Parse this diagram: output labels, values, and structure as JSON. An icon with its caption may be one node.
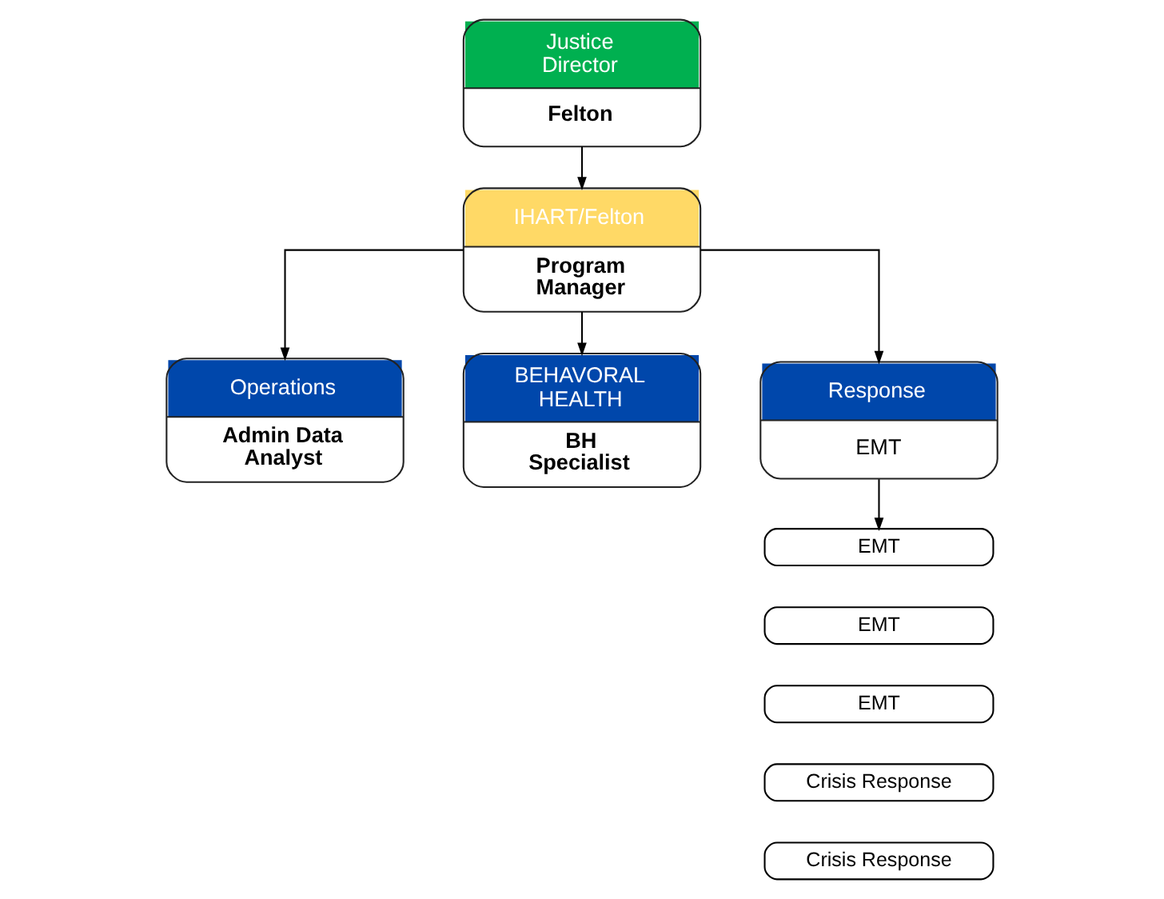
{
  "diagram": {
    "nodes": [
      {
        "text": [
          "Justice Director",
          "Felton"
        ]
      },
      {
        "text": [
          "IHART/Felton",
          "Program Manager"
        ]
      },
      {
        "text": [
          "Operations",
          "Admin Data Analyst"
        ]
      },
      {
        "text": [
          "BEHAVORAL HEALTH",
          "BH Specialist"
        ]
      },
      {
        "text": [
          "Response",
          "EMT"
        ]
      },
      {
        "text": [
          "EMT"
        ]
      },
      {
        "text": [
          "EMT"
        ]
      },
      {
        "text": [
          "EMT"
        ]
      },
      {
        "text": [
          "Crisis Response"
        ]
      },
      {
        "text": [
          "Crisis Response"
        ]
      }
    ],
    "edges": [
      {
        "from": 0,
        "to": 1,
        "arrow": "to"
      },
      {
        "from": 1,
        "to": 2,
        "arrow": "to"
      },
      {
        "from": 1,
        "to": 3,
        "arrow": "to"
      },
      {
        "from": 1,
        "to": 4,
        "arrow": "to"
      },
      {
        "from": 4,
        "to": 5,
        "arrow": "to"
      }
    ]
  }
}
